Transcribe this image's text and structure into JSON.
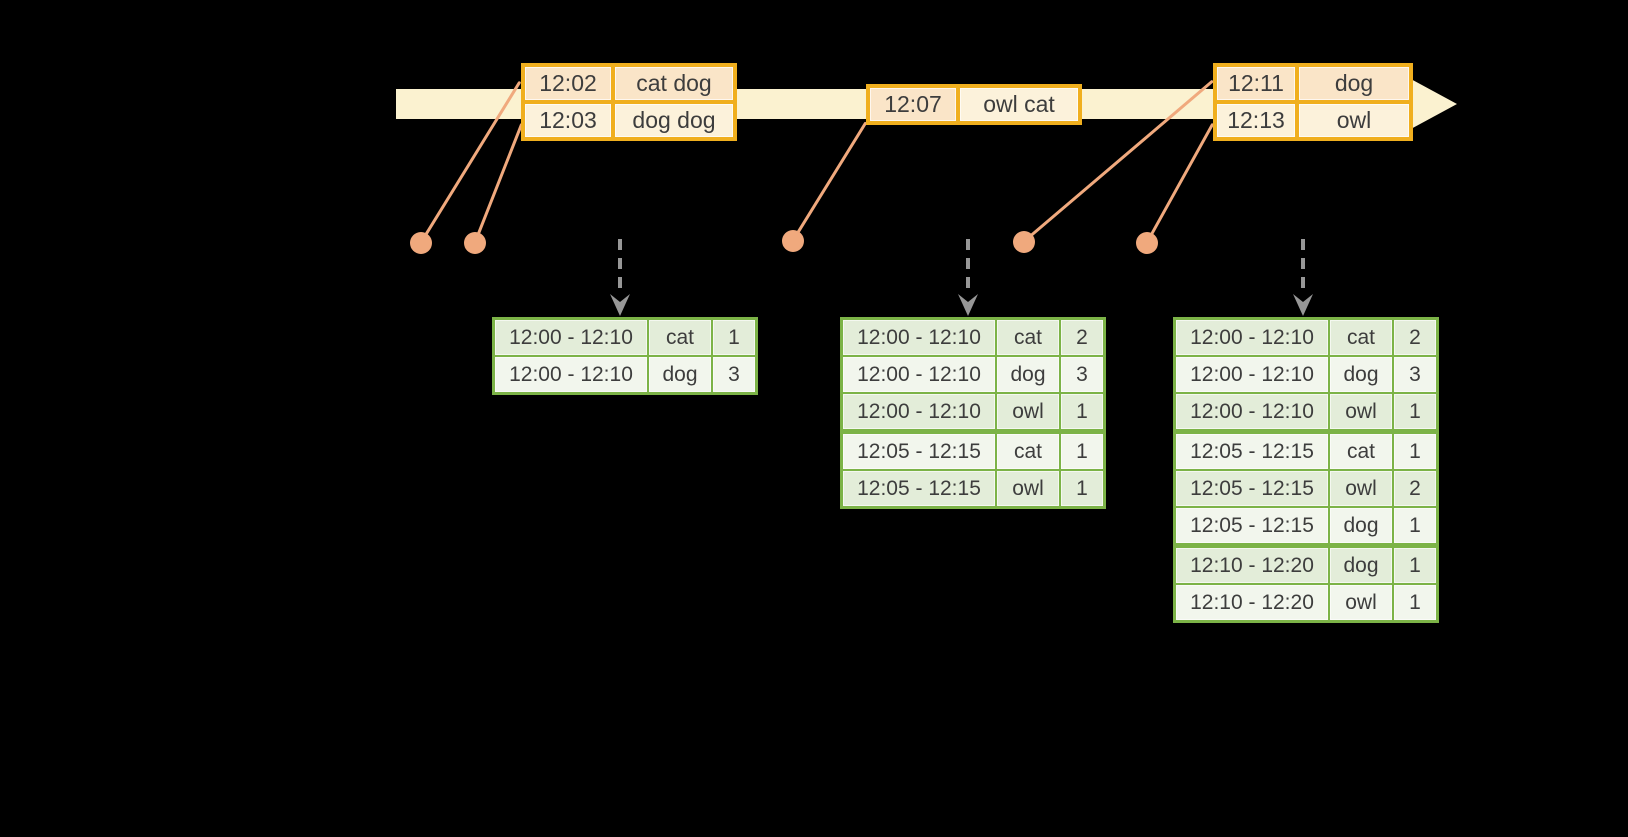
{
  "colors": {
    "background": "#000000",
    "timeline-fill": "#FBF2D0",
    "event-border": "#F0AF1E",
    "event-row-a": "#FAE5C8",
    "event-row-b": "#FCF2DB",
    "connector": "#F0A97D",
    "result-border": "#7CB347",
    "result-row-a": "#E3EDD9",
    "result-row-b": "#F2F6ED",
    "trigger-arrow": "#979797",
    "text": "#3D3D3D"
  },
  "event_tables": [
    {
      "rows": [
        {
          "time": "12:02",
          "words": "cat dog"
        },
        {
          "time": "12:03",
          "words": "dog dog"
        }
      ]
    },
    {
      "rows": [
        {
          "time": "12:07",
          "words": "owl cat"
        }
      ]
    },
    {
      "rows": [
        {
          "time": "12:11",
          "words": "dog"
        },
        {
          "time": "12:13",
          "words": "owl"
        }
      ]
    }
  ],
  "result_tables": [
    {
      "rows": [
        {
          "window": "12:00 - 12:10",
          "word": "cat",
          "count": "1"
        },
        {
          "window": "12:00 - 12:10",
          "word": "dog",
          "count": "3"
        }
      ]
    },
    {
      "rows": [
        {
          "window": "12:00 - 12:10",
          "word": "cat",
          "count": "2"
        },
        {
          "window": "12:00 - 12:10",
          "word": "dog",
          "count": "3"
        },
        {
          "window": "12:00 - 12:10",
          "word": "owl",
          "count": "1"
        },
        {
          "window": "12:05 - 12:15",
          "word": "cat",
          "count": "1"
        },
        {
          "window": "12:05 - 12:15",
          "word": "owl",
          "count": "1"
        }
      ]
    },
    {
      "rows": [
        {
          "window": "12:00 - 12:10",
          "word": "cat",
          "count": "2"
        },
        {
          "window": "12:00 - 12:10",
          "word": "dog",
          "count": "3"
        },
        {
          "window": "12:00 - 12:10",
          "word": "owl",
          "count": "1"
        },
        {
          "window": "12:05 - 12:15",
          "word": "cat",
          "count": "1"
        },
        {
          "window": "12:05 - 12:15",
          "word": "owl",
          "count": "2"
        },
        {
          "window": "12:05 - 12:15",
          "word": "dog",
          "count": "1"
        },
        {
          "window": "12:10 - 12:20",
          "word": "dog",
          "count": "1"
        },
        {
          "window": "12:10 - 12:20",
          "word": "owl",
          "count": "1"
        }
      ]
    }
  ]
}
